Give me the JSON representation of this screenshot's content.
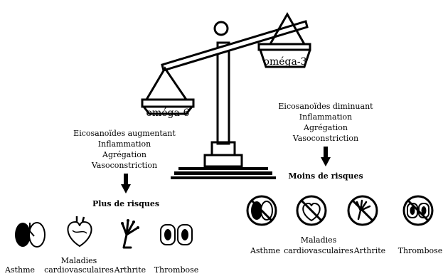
{
  "scale": {
    "left_pan_label": "oméga-6",
    "right_pan_label": "oméga-3"
  },
  "left_side": {
    "effects": [
      "Eicosanoïdes augmentant",
      "Inflammation",
      "Agrégation",
      "Vasoconstriction"
    ],
    "risk_label": "Plus de risques",
    "diseases": [
      {
        "lines": [
          "Asthme"
        ],
        "icon": "lungs-icon"
      },
      {
        "lines": [
          "Maladies",
          "cardiovasculaires"
        ],
        "icon": "heart-icon"
      },
      {
        "lines": [
          "Arthrite"
        ],
        "icon": "hand-bones-icon"
      },
      {
        "lines": [
          "Thrombose"
        ],
        "icon": "blood-vessel-icon"
      }
    ]
  },
  "right_side": {
    "effects": [
      "Eicosanoïdes diminuant",
      "Inflammation",
      "Agrégation",
      "Vasoconstriction"
    ],
    "risk_label": "Moins de risques",
    "diseases": [
      {
        "lines": [
          "Asthme"
        ],
        "icon": "lungs-crossed-icon"
      },
      {
        "lines": [
          "Maladies",
          "cardiovasculaires"
        ],
        "icon": "heart-crossed-icon"
      },
      {
        "lines": [
          "Arthrite"
        ],
        "icon": "hand-bones-crossed-icon"
      },
      {
        "lines": [
          "Thrombose"
        ],
        "icon": "blood-vessel-crossed-icon"
      }
    ]
  }
}
